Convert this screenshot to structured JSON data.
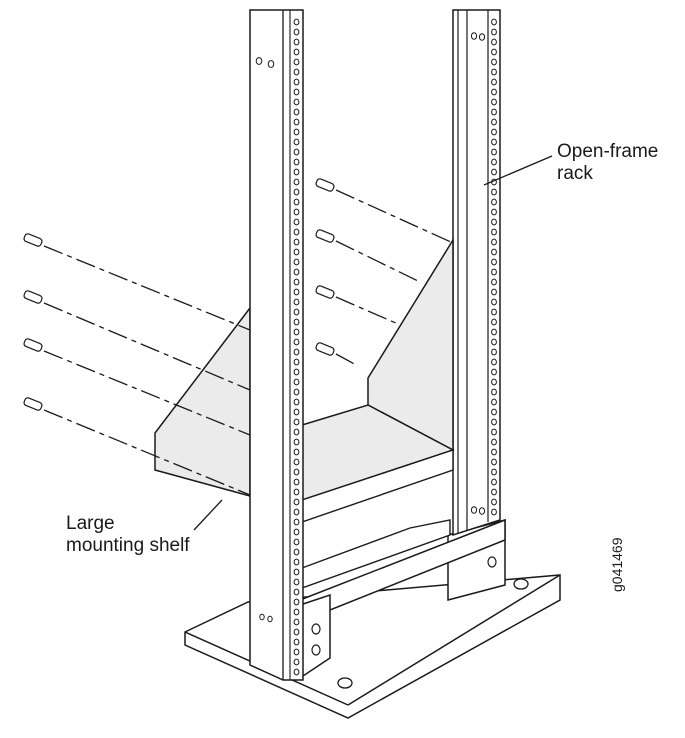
{
  "labels": {
    "rack_line1": "Open-frame",
    "rack_line2": "rack",
    "shelf_line1": "Large",
    "shelf_line2": "mounting shelf"
  },
  "figure_id": "g041469",
  "colors": {
    "stroke": "#1a1a1a",
    "shelf_fill": "#ebebeb",
    "metal_fill": "#ffffff"
  }
}
